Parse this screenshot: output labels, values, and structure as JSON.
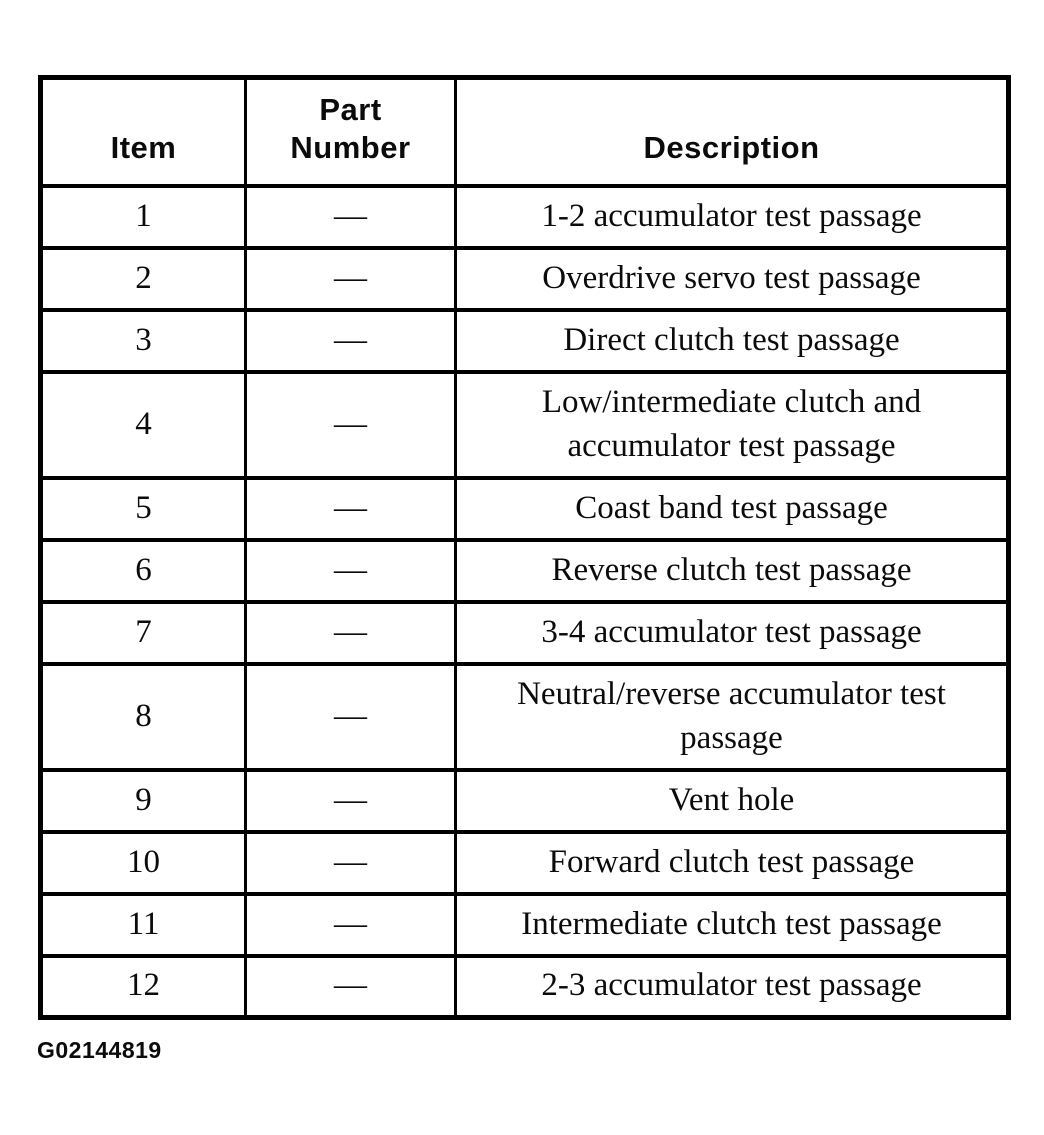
{
  "table": {
    "headers": [
      "Item",
      "Part Number",
      "Description"
    ],
    "rows": [
      {
        "item": "1",
        "part_number": "—",
        "description": "1-2 accumulator test passage"
      },
      {
        "item": "2",
        "part_number": "—",
        "description": "Overdrive servo test passage"
      },
      {
        "item": "3",
        "part_number": "—",
        "description": "Direct clutch test passage"
      },
      {
        "item": "4",
        "part_number": "—",
        "description": "Low/intermediate clutch and accumulator test passage"
      },
      {
        "item": "5",
        "part_number": "—",
        "description": "Coast band test passage"
      },
      {
        "item": "6",
        "part_number": "—",
        "description": "Reverse clutch test passage"
      },
      {
        "item": "7",
        "part_number": "—",
        "description": "3-4 accumulator test passage"
      },
      {
        "item": "8",
        "part_number": "—",
        "description": "Neutral/reverse accumulator test passage"
      },
      {
        "item": "9",
        "part_number": "—",
        "description": "Vent hole"
      },
      {
        "item": "10",
        "part_number": "—",
        "description": "Forward clutch test passage"
      },
      {
        "item": "11",
        "part_number": "—",
        "description": "Intermediate clutch test passage"
      },
      {
        "item": "12",
        "part_number": "—",
        "description": "2-3 accumulator test passage"
      }
    ]
  },
  "footer": {
    "figure_id": "G02144819"
  }
}
